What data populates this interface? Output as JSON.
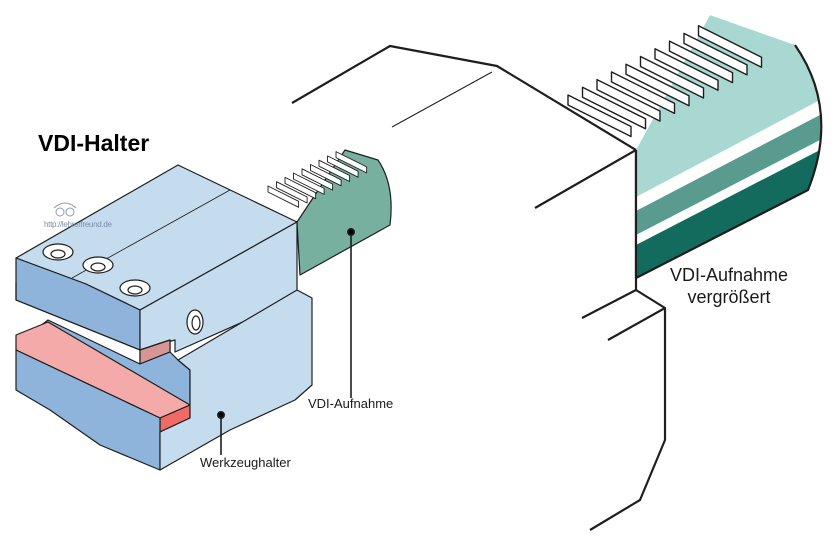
{
  "diagram": {
    "title": "VDI-Halter",
    "watermark": "http://lehrerfreund.de",
    "labels": {
      "vdi_aufnahme": "VDI-Aufnahme",
      "werkzeughalter": "Werkzeughalter",
      "enlarged_line1": "VDI-Aufnahme",
      "enlarged_line2": "vergrößert"
    },
    "colors": {
      "holder_top": "#c5dcee",
      "holder_side": "#8eb4dc",
      "pad": "#f4aaa8",
      "pad_dark": "#f06a66",
      "shank": "#78b09f",
      "shank_light": "#a9d8d3",
      "shank_mid": "#5a9b90",
      "shank_dark": "#136b5e",
      "outline": "#1e1e1e"
    }
  }
}
